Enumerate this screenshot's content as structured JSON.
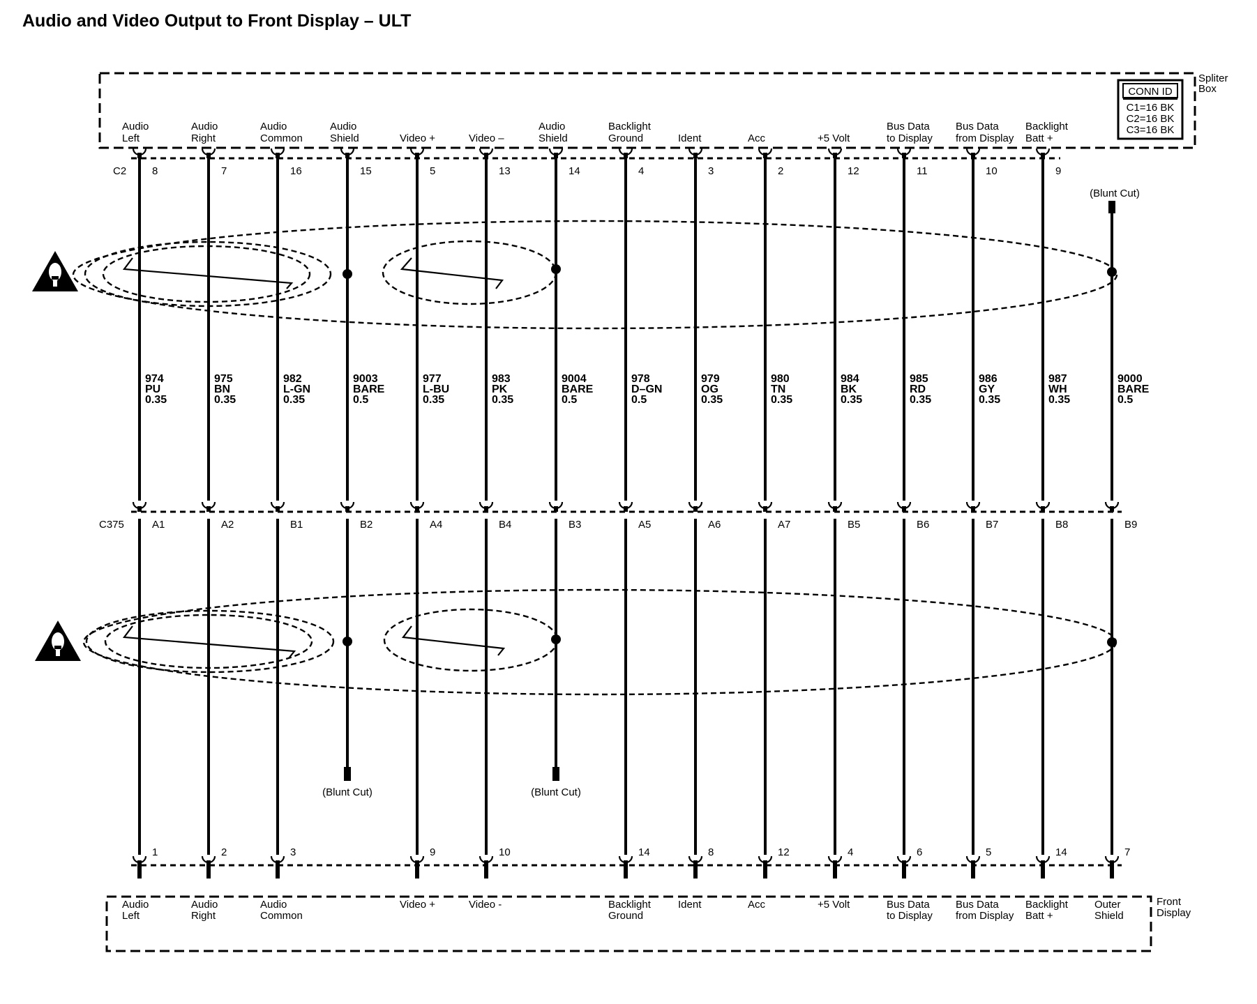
{
  "title": "Audio and Video Output to Front Display – ULT",
  "splitter_box": {
    "label_lines": [
      "Spliter",
      "Box"
    ],
    "conn_id": {
      "header": "CONN ID",
      "rows": [
        "C1=16 BK",
        "C2=16 BK",
        "C3=16 BK"
      ]
    },
    "connector": "C2"
  },
  "inline_connector": "C375",
  "front_display": {
    "label_lines": [
      "Front",
      "Display"
    ]
  },
  "blunt_cut": "(Blunt Cut)",
  "circuits": [
    {
      "top": [
        "Audio",
        "Left"
      ],
      "top_pin": "8",
      "wire": [
        "974",
        "PU",
        "0.35"
      ],
      "mid_pin": "A1",
      "bottom_pin": "1",
      "bottom": [
        "Audio",
        "Left"
      ]
    },
    {
      "top": [
        "Audio",
        "Right"
      ],
      "top_pin": "7",
      "wire": [
        "975",
        "BN",
        "0.35"
      ],
      "mid_pin": "A2",
      "bottom_pin": "2",
      "bottom": [
        "Audio",
        "Right"
      ]
    },
    {
      "top": [
        "Audio",
        "Common"
      ],
      "top_pin": "16",
      "wire": [
        "982",
        "L-GN",
        "0.35"
      ],
      "mid_pin": "B1",
      "bottom_pin": "3",
      "bottom": [
        "Audio",
        "Common"
      ]
    },
    {
      "top": [
        "Audio",
        "Shield"
      ],
      "top_pin": "15",
      "wire": [
        "9003",
        "BARE",
        "0.5"
      ],
      "mid_pin": "B2",
      "bottom_pin": "",
      "bottom": []
    },
    {
      "top": [
        "",
        "Video +"
      ],
      "top_pin": "5",
      "wire": [
        "977",
        "L-BU",
        "0.35"
      ],
      "mid_pin": "A4",
      "bottom_pin": "9",
      "bottom": [
        "Video +",
        ""
      ]
    },
    {
      "top": [
        "",
        "Video –"
      ],
      "top_pin": "13",
      "wire": [
        "983",
        "PK",
        "0.35"
      ],
      "mid_pin": "B4",
      "bottom_pin": "10",
      "bottom": [
        "Video -",
        ""
      ]
    },
    {
      "top": [
        "Audio",
        "Shield"
      ],
      "top_pin": "14",
      "wire": [
        "9004",
        "BARE",
        "0.5"
      ],
      "mid_pin": "B3",
      "bottom_pin": "",
      "bottom": []
    },
    {
      "top": [
        "Backlight",
        "Ground"
      ],
      "top_pin": "4",
      "wire": [
        "978",
        "D–GN",
        "0.5"
      ],
      "mid_pin": "A5",
      "bottom_pin": "14",
      "bottom": [
        "Backlight",
        "Ground"
      ]
    },
    {
      "top": [
        "",
        "Ident"
      ],
      "top_pin": "3",
      "wire": [
        "979",
        "OG",
        "0.35"
      ],
      "mid_pin": "A6",
      "bottom_pin": "8",
      "bottom": [
        "Ident",
        ""
      ]
    },
    {
      "top": [
        "",
        "Acc"
      ],
      "top_pin": "2",
      "wire": [
        "980",
        "TN",
        "0.35"
      ],
      "mid_pin": "A7",
      "bottom_pin": "12",
      "bottom": [
        "Acc",
        ""
      ]
    },
    {
      "top": [
        "",
        "+5 Volt"
      ],
      "top_pin": "12",
      "wire": [
        "984",
        "BK",
        "0.35"
      ],
      "mid_pin": "B5",
      "bottom_pin": "4",
      "bottom": [
        "+5 Volt",
        ""
      ]
    },
    {
      "top": [
        "Bus Data",
        "to Display"
      ],
      "top_pin": "11",
      "wire": [
        "985",
        "RD",
        "0.35"
      ],
      "mid_pin": "B6",
      "bottom_pin": "6",
      "bottom": [
        "Bus Data",
        "to Display"
      ]
    },
    {
      "top": [
        "Bus Data",
        "from Display"
      ],
      "top_pin": "10",
      "wire": [
        "986",
        "GY",
        "0.35"
      ],
      "mid_pin": "B7",
      "bottom_pin": "5",
      "bottom": [
        "Bus Data",
        "from Display"
      ]
    },
    {
      "top": [
        "Backlight",
        "Batt +"
      ],
      "top_pin": "9",
      "wire": [
        "987",
        "WH",
        "0.35"
      ],
      "mid_pin": "B8",
      "bottom_pin": "14",
      "bottom": [
        "Backlight",
        "Batt +"
      ]
    },
    {
      "top": [],
      "top_pin": "",
      "wire": [
        "9000",
        "BARE",
        "0.5"
      ],
      "mid_pin": "B9",
      "bottom_pin": "7",
      "bottom": [
        "Outer",
        "Shield"
      ]
    }
  ]
}
